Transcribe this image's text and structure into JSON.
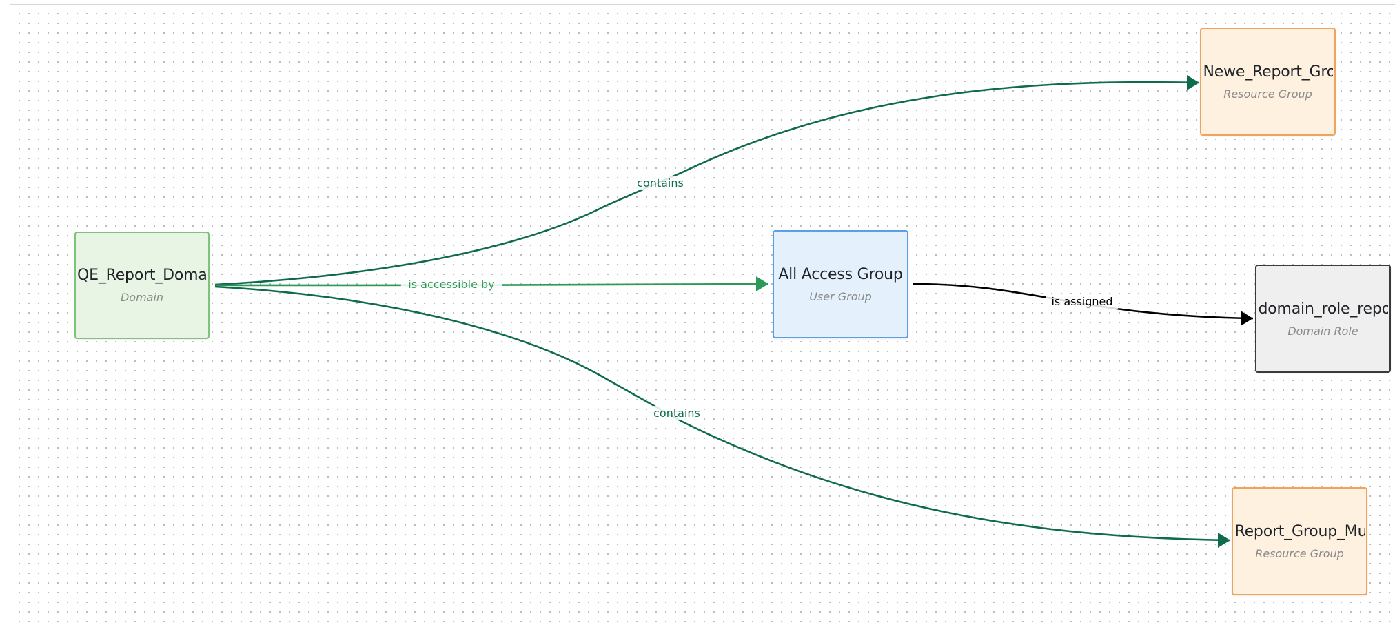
{
  "diagram": {
    "nodes": [
      {
        "id": "qe_report_domain",
        "title": "QE_Report_Domai",
        "type": "Domain",
        "fill": "#e8f5e5",
        "stroke": "#7fc27a"
      },
      {
        "id": "newe_report_group",
        "title": "Newe_Report_Gro",
        "type": "Resource Group",
        "fill": "#fff1df",
        "stroke": "#f0a35a"
      },
      {
        "id": "all_access_group",
        "title": "All Access Group",
        "type": "User Group",
        "fill": "#e4f1fd",
        "stroke": "#5aa0e6"
      },
      {
        "id": "domain_role_report",
        "title": "domain_role_repo",
        "type": "Domain Role",
        "fill": "#efefef",
        "stroke": "#3a3a3a"
      },
      {
        "id": "report_group_mu",
        "title": "Report_Group_Mu",
        "type": "Resource Group",
        "fill": "#fff1df",
        "stroke": "#f0a35a"
      }
    ],
    "edges": [
      {
        "from": "qe_report_domain",
        "to": "newe_report_group",
        "label": "contains",
        "color": "#0f6b4e"
      },
      {
        "from": "qe_report_domain",
        "to": "all_access_group",
        "label": "is accessible by",
        "color": "#2b9a56"
      },
      {
        "from": "qe_report_domain",
        "to": "report_group_mu",
        "label": "contains",
        "color": "#0f6b4e"
      },
      {
        "from": "all_access_group",
        "to": "domain_role_report",
        "label": "is assigned",
        "color": "#000000"
      }
    ]
  }
}
